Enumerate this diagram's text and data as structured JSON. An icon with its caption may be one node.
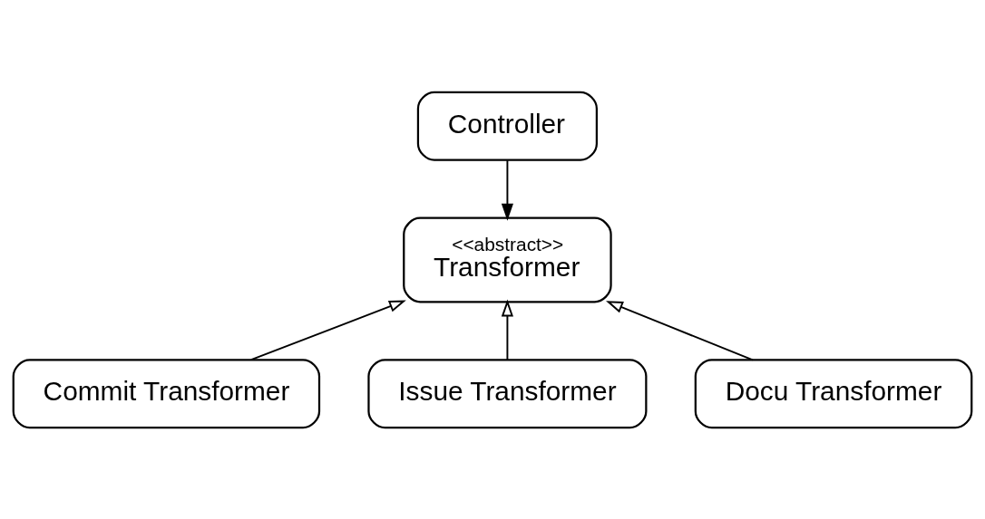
{
  "diagram": {
    "nodes": [
      {
        "text": [
          "Controller"
        ]
      },
      {
        "text": [
          "<<abstract>>",
          "Transformer"
        ]
      },
      {
        "text": [
          "Commit Transformer"
        ]
      },
      {
        "text": [
          "Issue Transformer"
        ]
      },
      {
        "text": [
          "Docu Transformer"
        ]
      }
    ],
    "edges": [
      {
        "from": 0,
        "to": 1,
        "arrow": "to"
      },
      {
        "from": 2,
        "to": 1,
        "arrow": "to"
      },
      {
        "from": 3,
        "to": 1,
        "arrow": "to"
      },
      {
        "from": 4,
        "to": 1,
        "arrow": "to"
      }
    ]
  }
}
